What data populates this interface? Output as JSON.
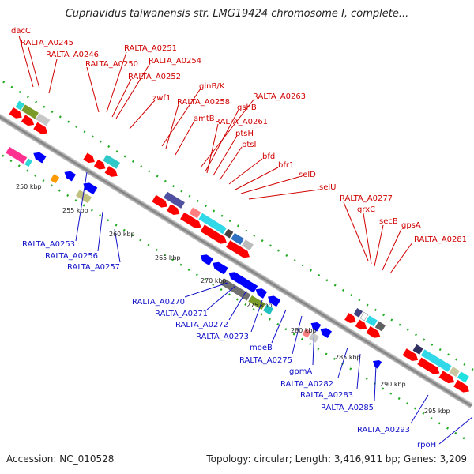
{
  "title": "Cupriavidus taiwanensis str. LMG19424 chromosome I, complete...",
  "footer": {
    "accession": "Accession: NC_010528",
    "topology": "Topology: circular; Length: 3,416,911 bp; Genes: 3,209"
  },
  "colors": {
    "forward_label": "#d00000",
    "reverse_label": "#1010c8",
    "backbone": "#888888",
    "tick": "#22aa22"
  },
  "forward_labels": [
    "dacC",
    "RALTA_A0245",
    "RALTA_A0246",
    "RALTA_A0251",
    "RALTA_A0250",
    "RALTA_A0254",
    "RALTA_A0252",
    "glnB/K",
    "zwf1",
    "RALTA_A0258",
    "RALTA_A0263",
    "gshB",
    "amtB",
    "RALTA_A0261",
    "ptsH",
    "ptsI",
    "bfd",
    "bfr1",
    "selD",
    "selU",
    "RALTA_A0277",
    "grxC",
    "secB",
    "gpsA",
    "RALTA_A0281"
  ],
  "reverse_labels": [
    "RALTA_A0253",
    "RALTA_A0256",
    "RALTA_A0257",
    "RALTA_A0270",
    "RALTA_A0271",
    "RALTA_A0272",
    "RALTA_A0273",
    "moeB",
    "RALTA_A0275",
    "gpmA",
    "RALTA_A0282",
    "RALTA_A0283",
    "RALTA_A0285",
    "RALTA_A0293",
    "rpoH"
  ],
  "ticks": [
    "250 kbp",
    "255 kbp",
    "260 kbp",
    "265 kbp",
    "270 kbp",
    "275 kbp",
    "280 kbp",
    "285 kbp",
    "290 kbp",
    "295 kbp"
  ]
}
